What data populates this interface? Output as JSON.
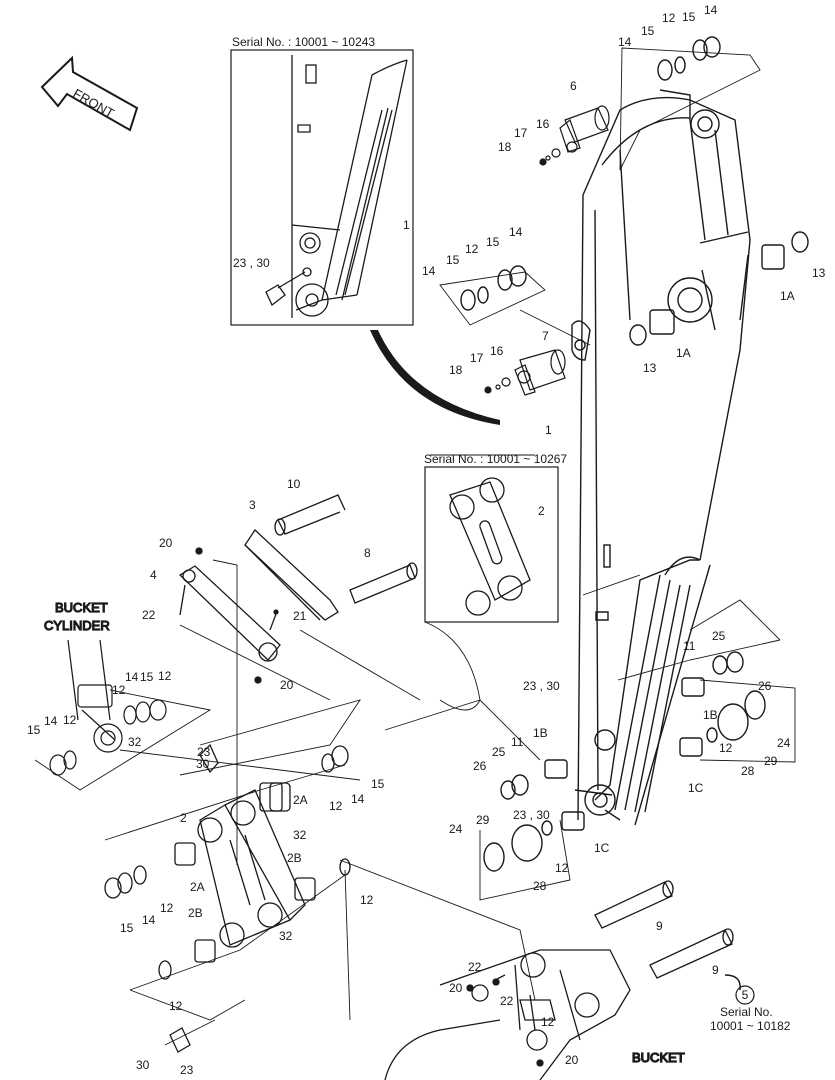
{
  "front_arrow": "FRONT",
  "inset_serials": [
    "Serial No. : 10001 ~ 10243",
    "Serial No. : 10001 ~ 10267"
  ],
  "components": {
    "bucket_cylinder": [
      "BUCKET",
      "CYLINDER"
    ],
    "bucket": "BUCKET"
  },
  "serial_ref": {
    "badge": "5",
    "line1": "Serial No.",
    "line2": "10001 ~ 10182"
  },
  "callouts": [
    "12",
    "15",
    "14",
    "14",
    "15",
    "6",
    "17",
    "16",
    "18",
    "1",
    "23 , 30",
    "12",
    "15",
    "14",
    "14",
    "15",
    "13",
    "1A",
    "13",
    "1A",
    "7",
    "16",
    "17",
    "18",
    "1",
    "2",
    "10",
    "3",
    "20",
    "4",
    "8",
    "22",
    "21",
    "20",
    "12",
    "15",
    "14",
    "12",
    "12",
    "15",
    "14",
    "32",
    "23",
    "30",
    "11",
    "25",
    "26",
    "23 , 30",
    "1B",
    "24",
    "12",
    "1B",
    "29",
    "28",
    "25",
    "11",
    "26",
    "12",
    "14",
    "15",
    "2",
    "32",
    "2A",
    "2A",
    "23 , 30",
    "1C",
    "1C",
    "29",
    "24",
    "12",
    "28",
    "14",
    "15",
    "12",
    "2B",
    "2B",
    "12",
    "12",
    "32",
    "9",
    "9",
    "22",
    "20",
    "22",
    "12",
    "30",
    "23",
    "20"
  ]
}
